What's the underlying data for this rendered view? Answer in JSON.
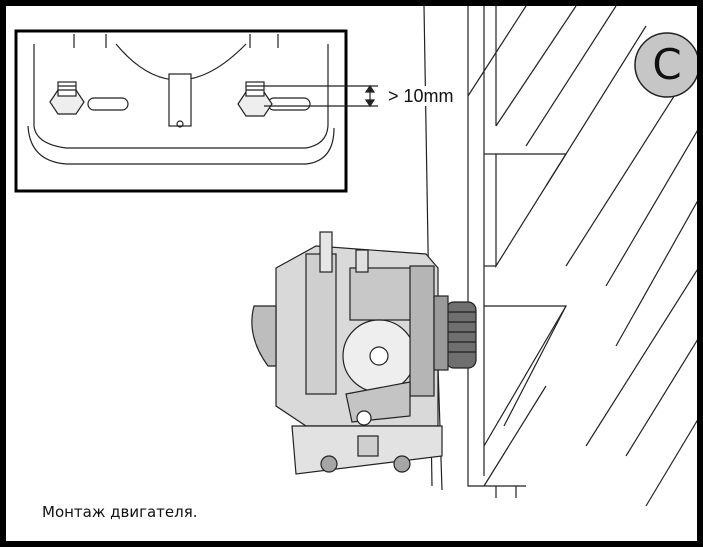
{
  "diagram": {
    "step_badge": "C",
    "dimension_label": "> 10mm",
    "caption": "Монтаж двигателя.",
    "colors": {
      "frame": "#000000",
      "line": "#222222",
      "motor_fill": "#d9d9d9",
      "motor_dark": "#8c8c8c",
      "badge_fill": "#c6c6c6"
    },
    "icons": [
      "hex-nut-icon",
      "dimension-arrow-icon",
      "gear-icon"
    ]
  }
}
